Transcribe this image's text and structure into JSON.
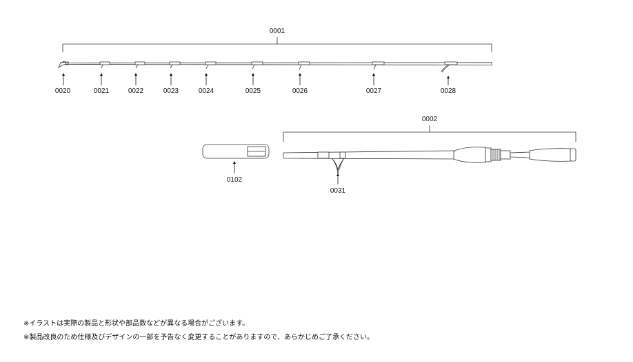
{
  "parts": {
    "tip_section": "0001",
    "butt_section": "0002",
    "tip_guide": "0020",
    "guide_21": "0021",
    "guide_22": "0022",
    "guide_23": "0023",
    "guide_24": "0024",
    "guide_25": "0025",
    "guide_26": "0026",
    "guide_27": "0027",
    "guide_28": "0028",
    "butt_guide": "0031",
    "rod_band": "0102"
  },
  "notes": [
    "※イラストは実際の製品と形状や部品数などが異なる場合がございます。",
    "※製品改良のため仕様及びデザインの一部を予告なく変更することがありますので、あらかじめご了承ください。"
  ]
}
